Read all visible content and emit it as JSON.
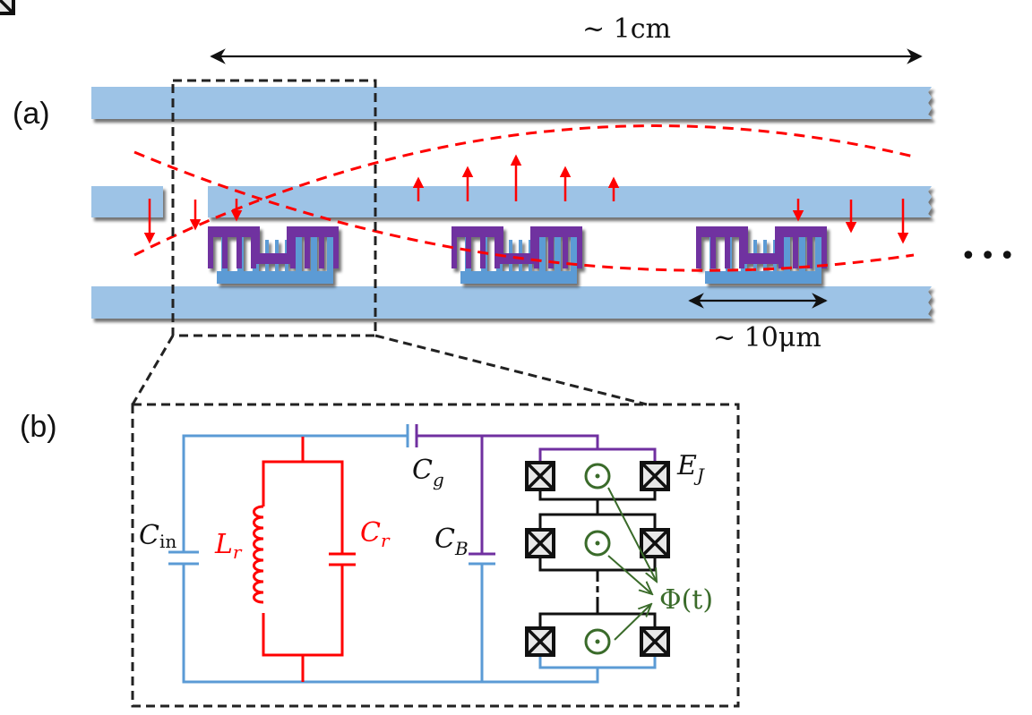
{
  "figure": {
    "panel_a": {
      "label": "(a)",
      "length_scale": "~ 1cm",
      "device_scale": "~ 10μm",
      "ellipsis": "•••",
      "transmission_lines": 3,
      "transmon_count_shown": 3,
      "field_arrows": {
        "left": "down",
        "middle": "up",
        "right": "down"
      }
    },
    "panel_b": {
      "label": "(b)",
      "components": {
        "C_in": {
          "symbol": "C",
          "sub": "in"
        },
        "L_r": {
          "symbol": "L",
          "sub": "r"
        },
        "C_r": {
          "symbol": "C",
          "sub": "r"
        },
        "C_g": {
          "symbol": "C",
          "sub": "g"
        },
        "C_B": {
          "symbol": "C",
          "sub": "B"
        },
        "E_J": {
          "symbol": "E",
          "sub": "J"
        },
        "flux": "Φ(t)"
      },
      "squid_loops_shown": 3
    },
    "colors": {
      "line_blue": "#9dc3e6",
      "circuit_blue": "#5b9bd5",
      "purple": "#7030a0",
      "red": "#ff0000",
      "green": "#3a6b2a",
      "black": "#111111"
    }
  }
}
